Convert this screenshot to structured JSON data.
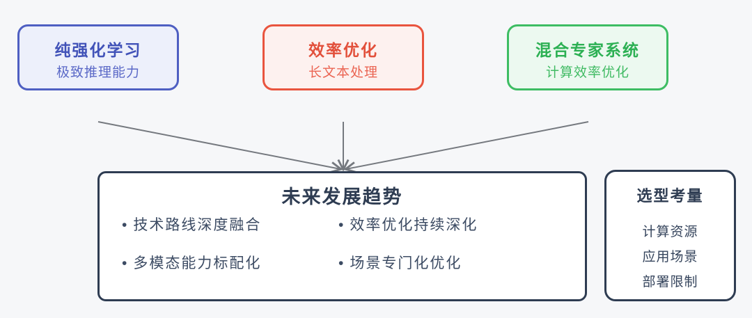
{
  "canvas": {
    "background": "#f6f7f9"
  },
  "top_nodes": [
    {
      "title": "纯强化学习",
      "subtitle": "极致推理能力",
      "border_color": "#4e5fc2",
      "fill_color": "#edf0fb",
      "title_color": "#4152b8",
      "subtitle_color": "#5b69c7"
    },
    {
      "title": "效率优化",
      "subtitle": "长文本处理",
      "border_color": "#e9543e",
      "fill_color": "#fdf1ef",
      "title_color": "#e2503b",
      "subtitle_color": "#eb6553"
    },
    {
      "title": "混合专家系统",
      "subtitle": "计算效率优化",
      "border_color": "#3dbd63",
      "fill_color": "#ecf9f0",
      "title_color": "#2cb053",
      "subtitle_color": "#41bb64"
    }
  ],
  "future_box": {
    "title": "未来发展趋势",
    "bullet_char": "•",
    "items": [
      "技术路线深度融合",
      "效率优化持续深化",
      "多模态能力标配化",
      "场景专门化优化"
    ],
    "border_color": "#2e3c52",
    "title_color": "#2e3c52",
    "item_color": "#3c4b63"
  },
  "selection_box": {
    "title": "选型考量",
    "items": [
      "计算资源",
      "应用场景",
      "部署限制"
    ],
    "border_color": "#2e3c52",
    "title_color": "#2e3c52",
    "item_color": "#35445c"
  },
  "arrows": {
    "color": "#75797f"
  }
}
